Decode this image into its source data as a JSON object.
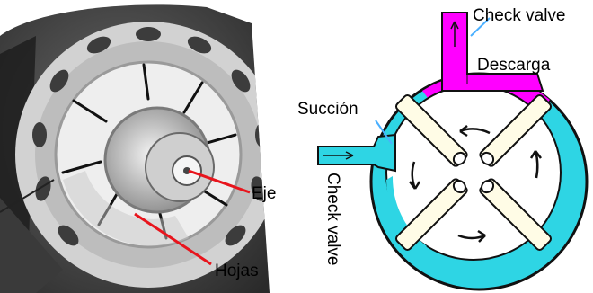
{
  "photo": {
    "labels": {
      "shaft": "Eje",
      "vanes": "Hojas"
    },
    "colors": {
      "pointer": "#e8141c"
    }
  },
  "schematic": {
    "labels": {
      "check_valve_top": "Check valve",
      "discharge": "Descarga",
      "suction": "Succión",
      "check_valve_side": "Check valve"
    },
    "colors": {
      "discharge_fluid": "#ff00ff",
      "suction_fluid": "#2ed5e4",
      "leader": "#4ab0ff"
    }
  }
}
